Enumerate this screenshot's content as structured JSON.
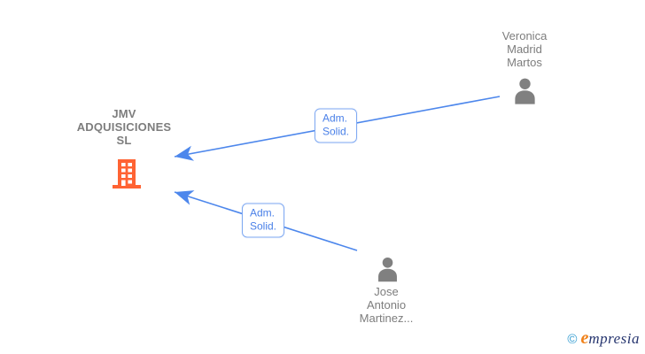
{
  "diagram": {
    "company": {
      "name": "JMV ADQUISICIONES SL"
    },
    "persons": [
      {
        "name": "Veronica Madrid Martos"
      },
      {
        "name": "Jose Antonio Martinez..."
      }
    ],
    "edges": [
      {
        "label": "Adm. Solid.",
        "from": "Veronica Madrid Martos",
        "to": "JMV ADQUISICIONES SL"
      },
      {
        "label": "Adm. Solid.",
        "from": "Jose Antonio Martinez...",
        "to": "JMV ADQUISICIONES SL"
      }
    ]
  },
  "watermark": {
    "copyright": "©",
    "brand_first_letter": "e",
    "brand_rest": "mpresia"
  },
  "colors": {
    "edge_blue": "#4d87ec",
    "label_text": "#4a80e8",
    "label_border": "#7fa9f2",
    "node_gray": "#7d7d7d",
    "icon_gray": "#808080",
    "company_orange": "#ff6333",
    "logo_orange": "#f08119",
    "logo_navy": "#26356f",
    "logo_copyright": "#2d9ad1"
  }
}
